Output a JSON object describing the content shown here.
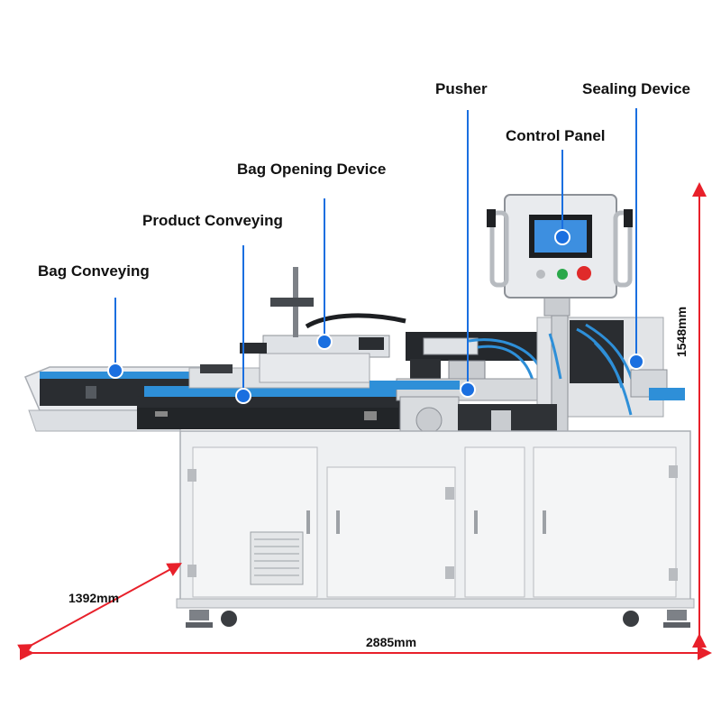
{
  "callouts": {
    "bag_conveying": "Bag Conveying",
    "product_conveying": "Product Conveying",
    "bag_opening_device": "Bag Opening Device",
    "pusher": "Pusher",
    "control_panel": "Control Panel",
    "sealing_device": "Sealing Device"
  },
  "dimensions": {
    "height": "1548mm",
    "depth": "1392mm",
    "width": "2885mm"
  },
  "colors": {
    "callout_blue": "#1a6fe0",
    "dimension_red": "#e8202a",
    "conveyor_belt": "#2e8fd8",
    "cabinet": "#f1f2f3",
    "cabinet_edge": "#b9bcc0",
    "screen": "#3d8fe0",
    "stop_button": "#e02a2a",
    "start_button": "#2aa84a"
  },
  "control_panel": {
    "screen_icon": "touchscreen-icon",
    "emergency_stop_icon": "emergency-stop-icon"
  }
}
